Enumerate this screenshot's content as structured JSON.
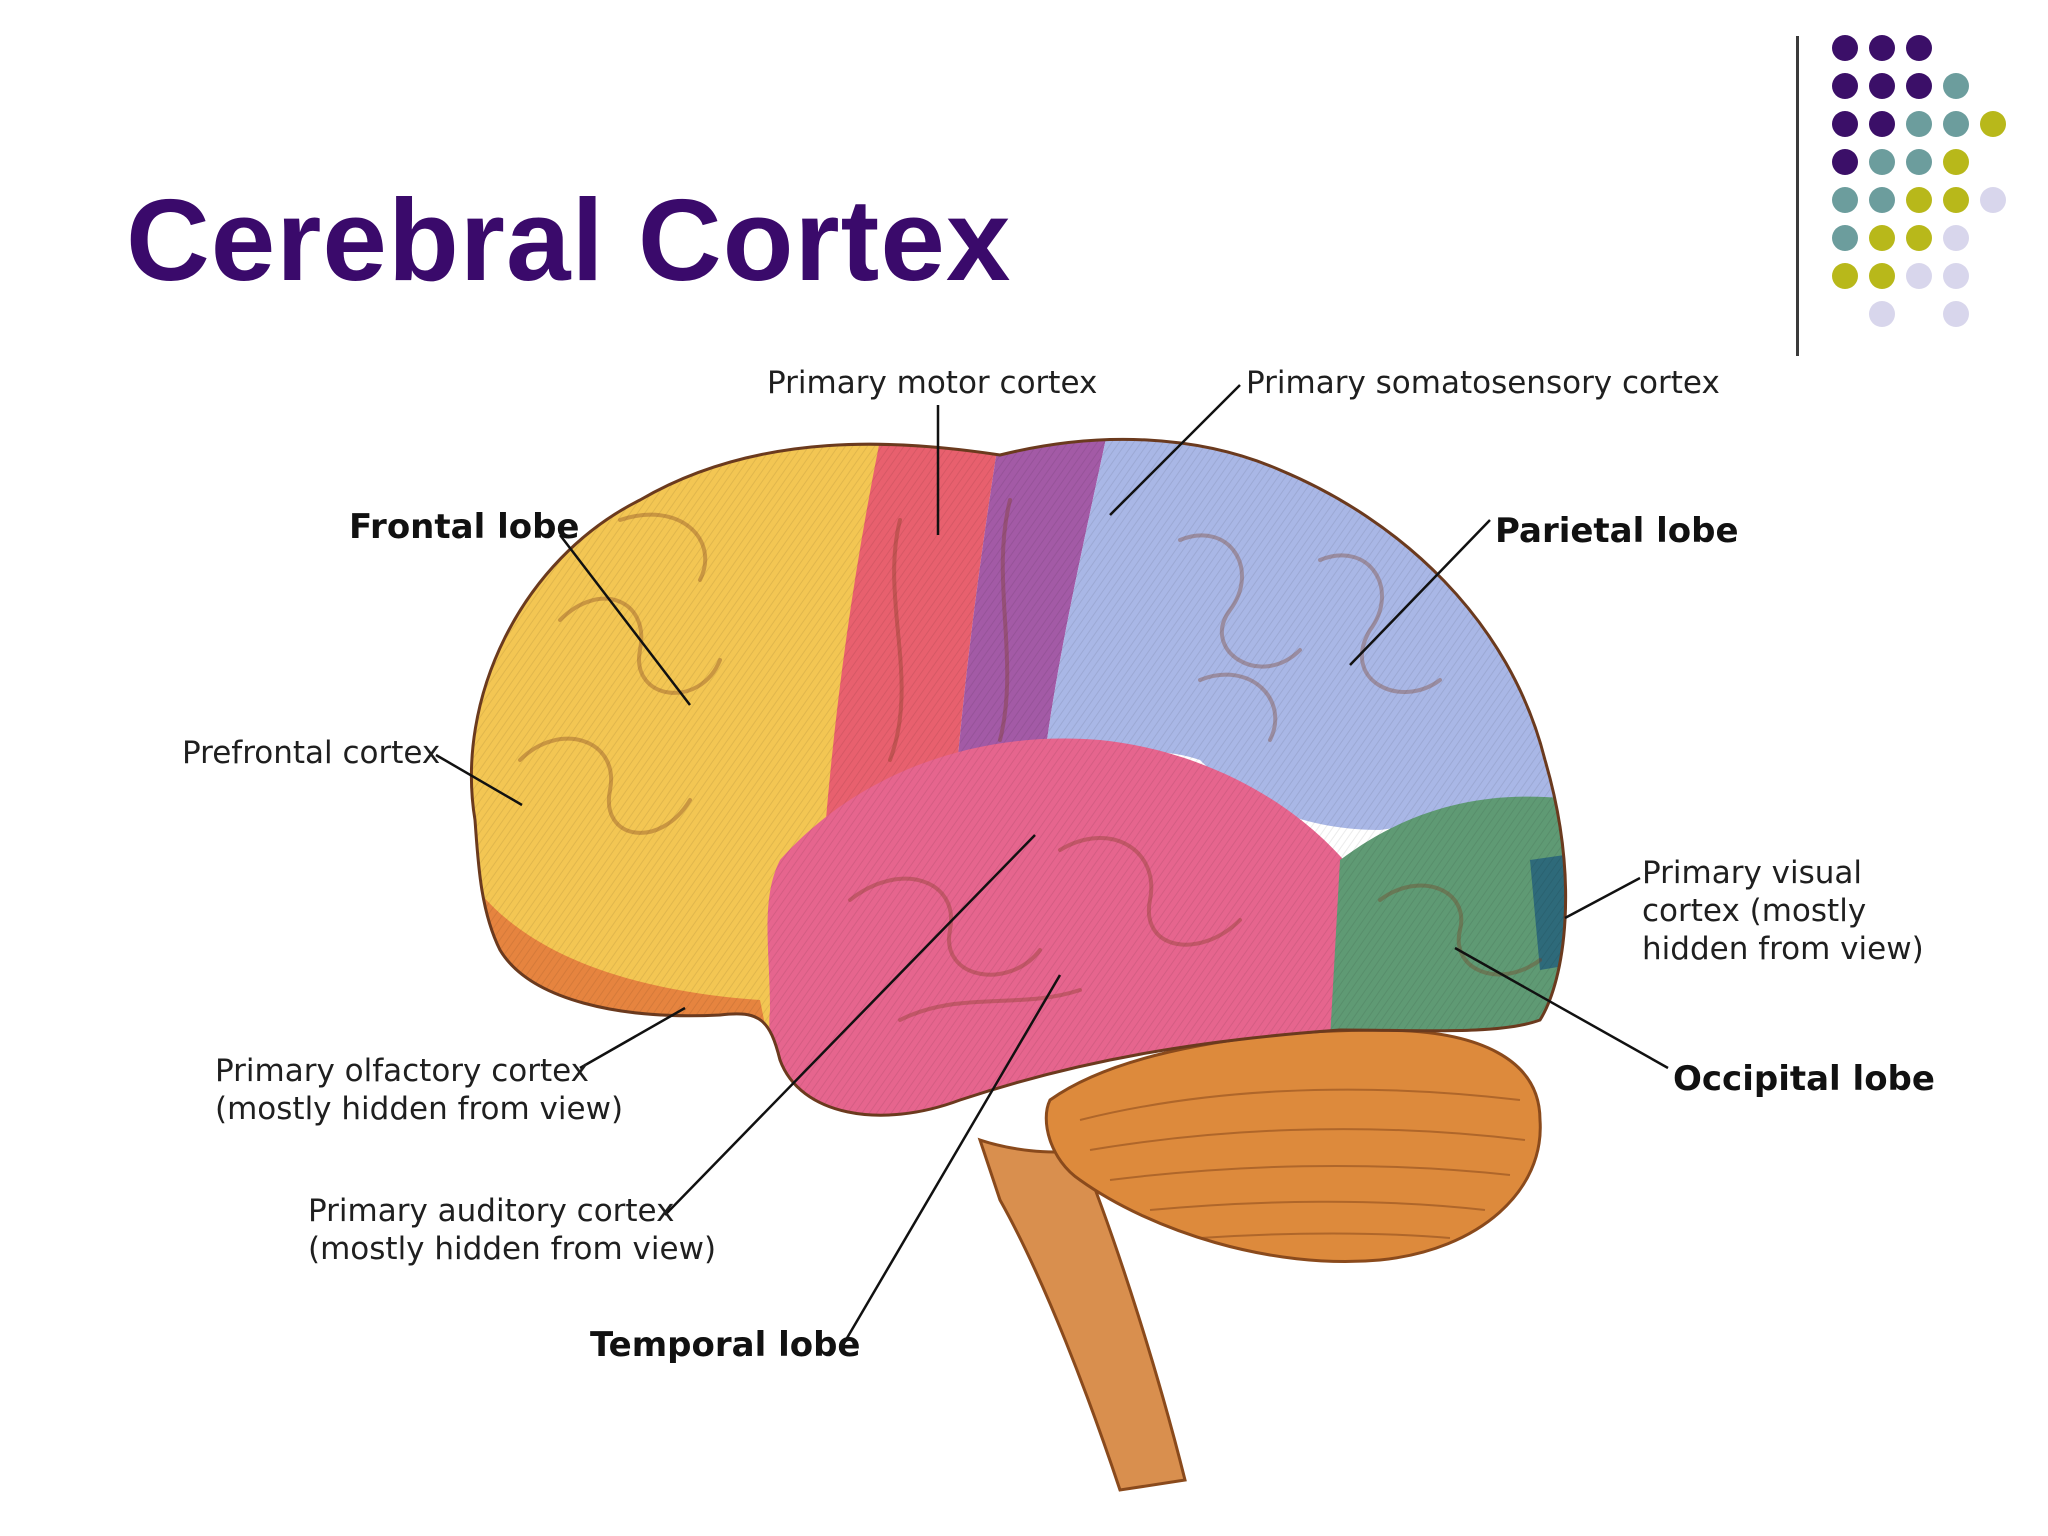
{
  "slide": {
    "title": "Cerebral Cortex"
  },
  "palette": {
    "title_color": "#3a0a6b",
    "dot_purple": "#3b0f68",
    "dot_teal": "#6c9d9d",
    "dot_olive": "#b8b81a",
    "dot_lavender": "#d8d6ec"
  },
  "diagram": {
    "labels": {
      "primary_motor_cortex": "Primary motor cortex",
      "primary_somatosensory_cortex": "Primary somatosensory cortex",
      "frontal_lobe": "Frontal lobe",
      "parietal_lobe": "Parietal lobe",
      "prefrontal_cortex": "Prefrontal cortex",
      "primary_visual_cortex_line1": "Primary visual",
      "primary_visual_cortex_line2": "cortex (mostly",
      "primary_visual_cortex_line3": "hidden from view)",
      "occipital_lobe": "Occipital lobe",
      "primary_olfactory_cortex_line1": "Primary olfactory cortex",
      "primary_olfactory_cortex_line2": "(mostly hidden from view)",
      "primary_auditory_cortex_line1": "Primary auditory cortex",
      "primary_auditory_cortex_line2": "(mostly hidden from view)",
      "temporal_lobe": "Temporal lobe"
    },
    "region_colors": {
      "frontal": "#f3c653",
      "prefrontal_edge": "#e6843f",
      "motor": "#e8606e",
      "somatosensory": "#a35aa6",
      "parietal": "#a9b7e6",
      "temporal": "#e6658e",
      "occipital": "#5f9a74",
      "occipital_dark": "#2e6a7a",
      "cerebellum": "#dd8a3c",
      "brainstem": "#d98f4e"
    }
  }
}
